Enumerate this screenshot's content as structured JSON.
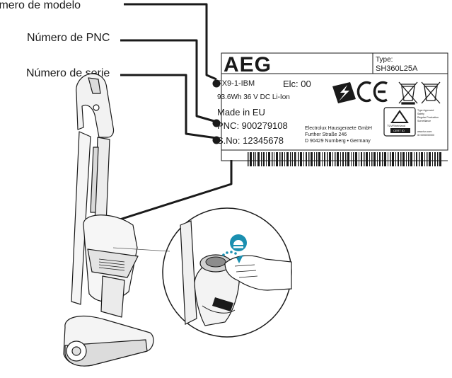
{
  "callouts": {
    "model_number": "Número de modelo",
    "pnc_number": "Número de PNC",
    "serial_number": "Número de serie"
  },
  "rating_label": {
    "brand": "AEG",
    "type_label": "Type:",
    "type_value": "SH360L25A",
    "model": "FX9-1-IBM",
    "elc": "Elc: 00",
    "power": "93.6Wh 36 V DC Li-Ion",
    "made_in": "Made in EU",
    "pnc": "PNC: 900279108",
    "serial": "S.No: 12345678",
    "company_lines": [
      "Electrolux Hausgeraete GmbH",
      "Further Straße 246",
      "D 90429 Nurnberg • Germany"
    ],
    "tuv_brand": "TÜVRheinland",
    "tuv_cert": "CERT ID",
    "tuv_notes": [
      "Type Approved",
      "Safety",
      "Regular Production",
      "Surveillance"
    ],
    "tuv_web": [
      "www.tuv.com",
      "ID 0000000000"
    ],
    "icons": [
      "battery-bolt-icon",
      "ce-mark-icon",
      "weee-bin-icon",
      "weee-bin-icon",
      "tuv-triangle-icon",
      "barcode-icon"
    ]
  },
  "colors": {
    "line": "#1a1a1a",
    "accent_blue": "#1a8fb0",
    "device_body": "#ffffff",
    "device_shade": "#e6e6e6"
  }
}
